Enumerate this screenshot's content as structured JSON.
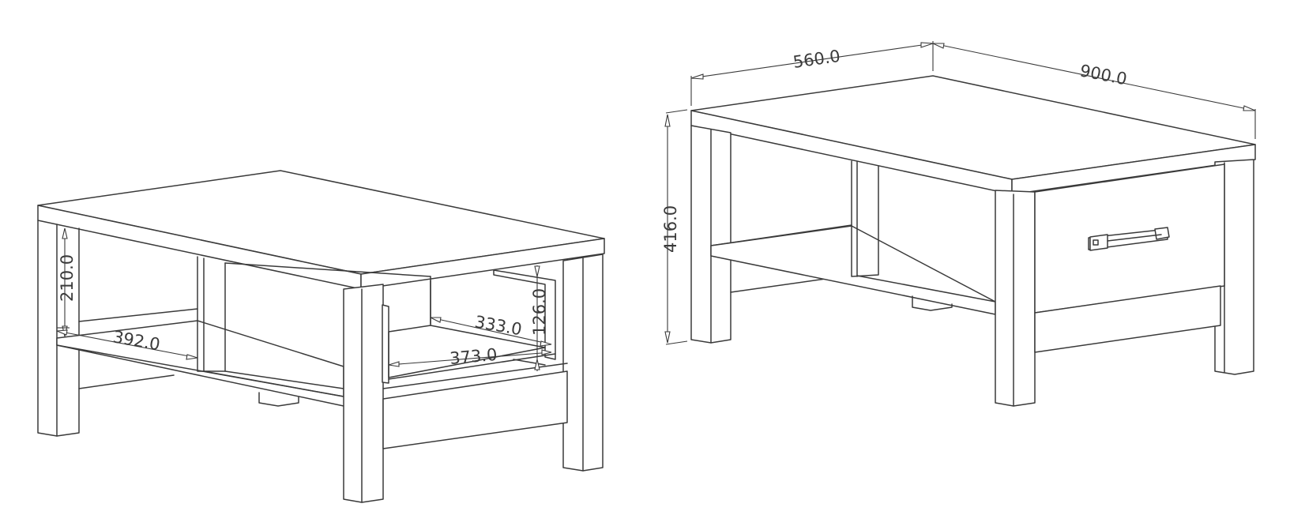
{
  "drawing": {
    "colors": {
      "stroke": "#3a3a3a",
      "background": "#ffffff"
    },
    "left_view": {
      "dimensions": {
        "shelf_height": "210.0",
        "shelf_depth": "392.0",
        "drawer_inner_depth": "333.0",
        "drawer_outer_depth": "373.0",
        "drawer_height": "126.0"
      }
    },
    "right_view": {
      "dimensions": {
        "depth": "560.0",
        "width": "900.0",
        "height": "416.0"
      }
    }
  }
}
